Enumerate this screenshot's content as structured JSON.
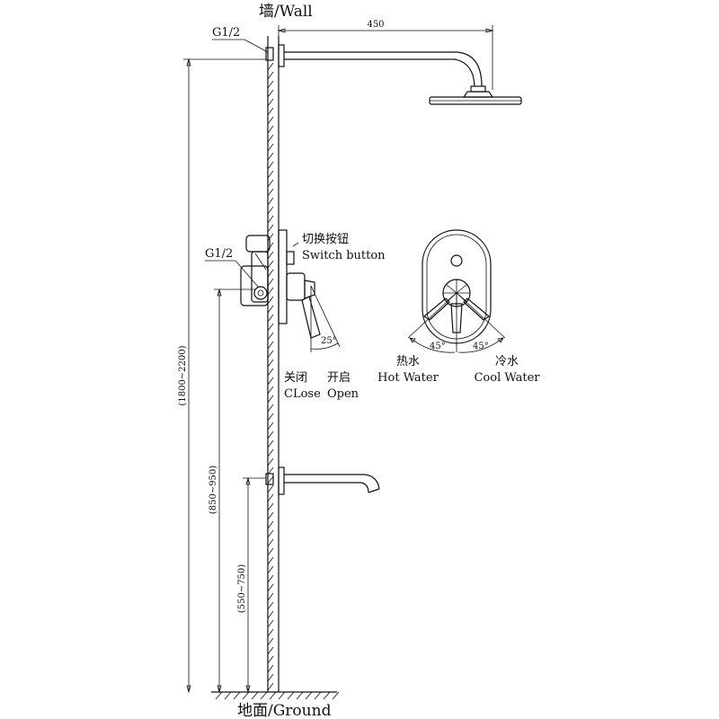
{
  "labels": {
    "wall": "墙/Wall",
    "ground": "地面/Ground",
    "g_top": "G1/2",
    "g_mid": "G1/2",
    "switch_cn": "切换按钮",
    "switch_en": "Switch button",
    "close_cn": "关闭",
    "open_cn": "开启",
    "close_en": "CLose",
    "open_en": "Open",
    "hot_cn": "热水",
    "hot_en": "Hot Water",
    "cold_cn": "冷水",
    "cold_en": "Cool Water"
  },
  "dimensions": {
    "arm_length": "450",
    "total_height": "(1800~2200)",
    "valve_height": "(850~950)",
    "spout_height": "(550~750)",
    "lever_angle": "25°",
    "hot_angle": "45°",
    "cold_angle": "45°"
  }
}
